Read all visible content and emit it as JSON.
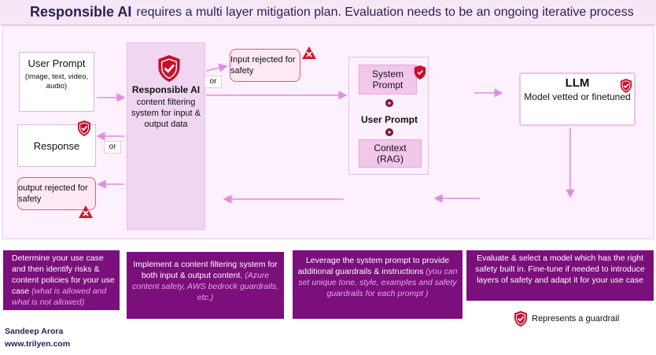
{
  "title": {
    "bold": "Responsible AI",
    "rest": "requires a multi layer mitigation plan.  Evaluation needs to be an ongoing iterative process"
  },
  "user_prompt": {
    "title": "User Prompt",
    "subtitle": "(image, text, video, audio)"
  },
  "response": {
    "label": "Response"
  },
  "rejected_output": {
    "label": "output rejected for safety"
  },
  "rejected_input": {
    "label": "Input rejected for safety"
  },
  "responsible_ai": {
    "title": "Responsible AI",
    "description": "content filtering system for input & output data"
  },
  "or_top": "or",
  "or_bottom": "or",
  "prompt_stack": {
    "system_prompt": "System Prompt",
    "user_prompt": "User Prompt",
    "context": "Context (RAG)",
    "plus": "+"
  },
  "llm": {
    "title": "LLM",
    "description": "Model vetted or finetuned"
  },
  "steps": [
    {
      "text": "Determine your use case and then identify risks & content policies for your use case",
      "note": "(what is allowed and what is not allowed)"
    },
    {
      "text": "Implement a content filtering system for both input & output content.",
      "note": "(Azure content safety, AWS bedrock guardrails, etc.)"
    },
    {
      "text": "Leverage the system prompt to provide additional guardrails & instructions",
      "note": "(you can set unique tone, style, examples and safety guardrails for each prompt )"
    },
    {
      "text": "Evaluate & select a model which has the right safety built in. Fine-tune if needed to introduce layers of safety and adapt it for your use case",
      "note": ""
    }
  ],
  "legend": {
    "label": "Represents a guardrail",
    "icon": "shield-check-icon"
  },
  "author": {
    "name": "Sandeep Arora",
    "site": "www.trilyen.com"
  },
  "colors": {
    "shield": "#c8102e",
    "reject_x": "#d11a2a",
    "arrow": "#e38ae3",
    "step_box": "#7b0f7b",
    "title": "#2b2154"
  }
}
